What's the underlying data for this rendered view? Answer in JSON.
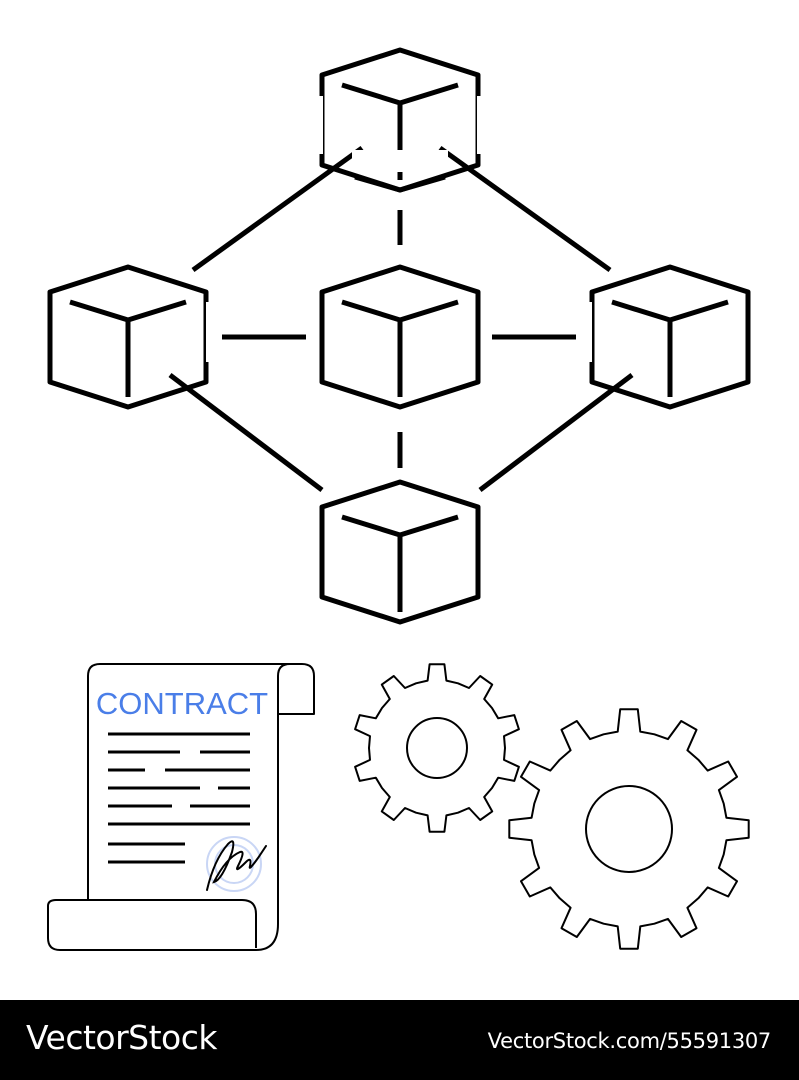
{
  "contract": {
    "title": "CONTRACT"
  },
  "footer": {
    "brand": "VectorStock",
    "url": "VectorStock.com/55591307"
  },
  "colors": {
    "stroke": "#000000",
    "accent": "#4a7ee8",
    "seal": "#c9d6f5",
    "footer_bg": "#000000",
    "footer_text": "#ffffff"
  },
  "icons": [
    "cube-icon",
    "contract-scroll-icon",
    "signature-icon",
    "seal-icon",
    "gear-icon"
  ]
}
